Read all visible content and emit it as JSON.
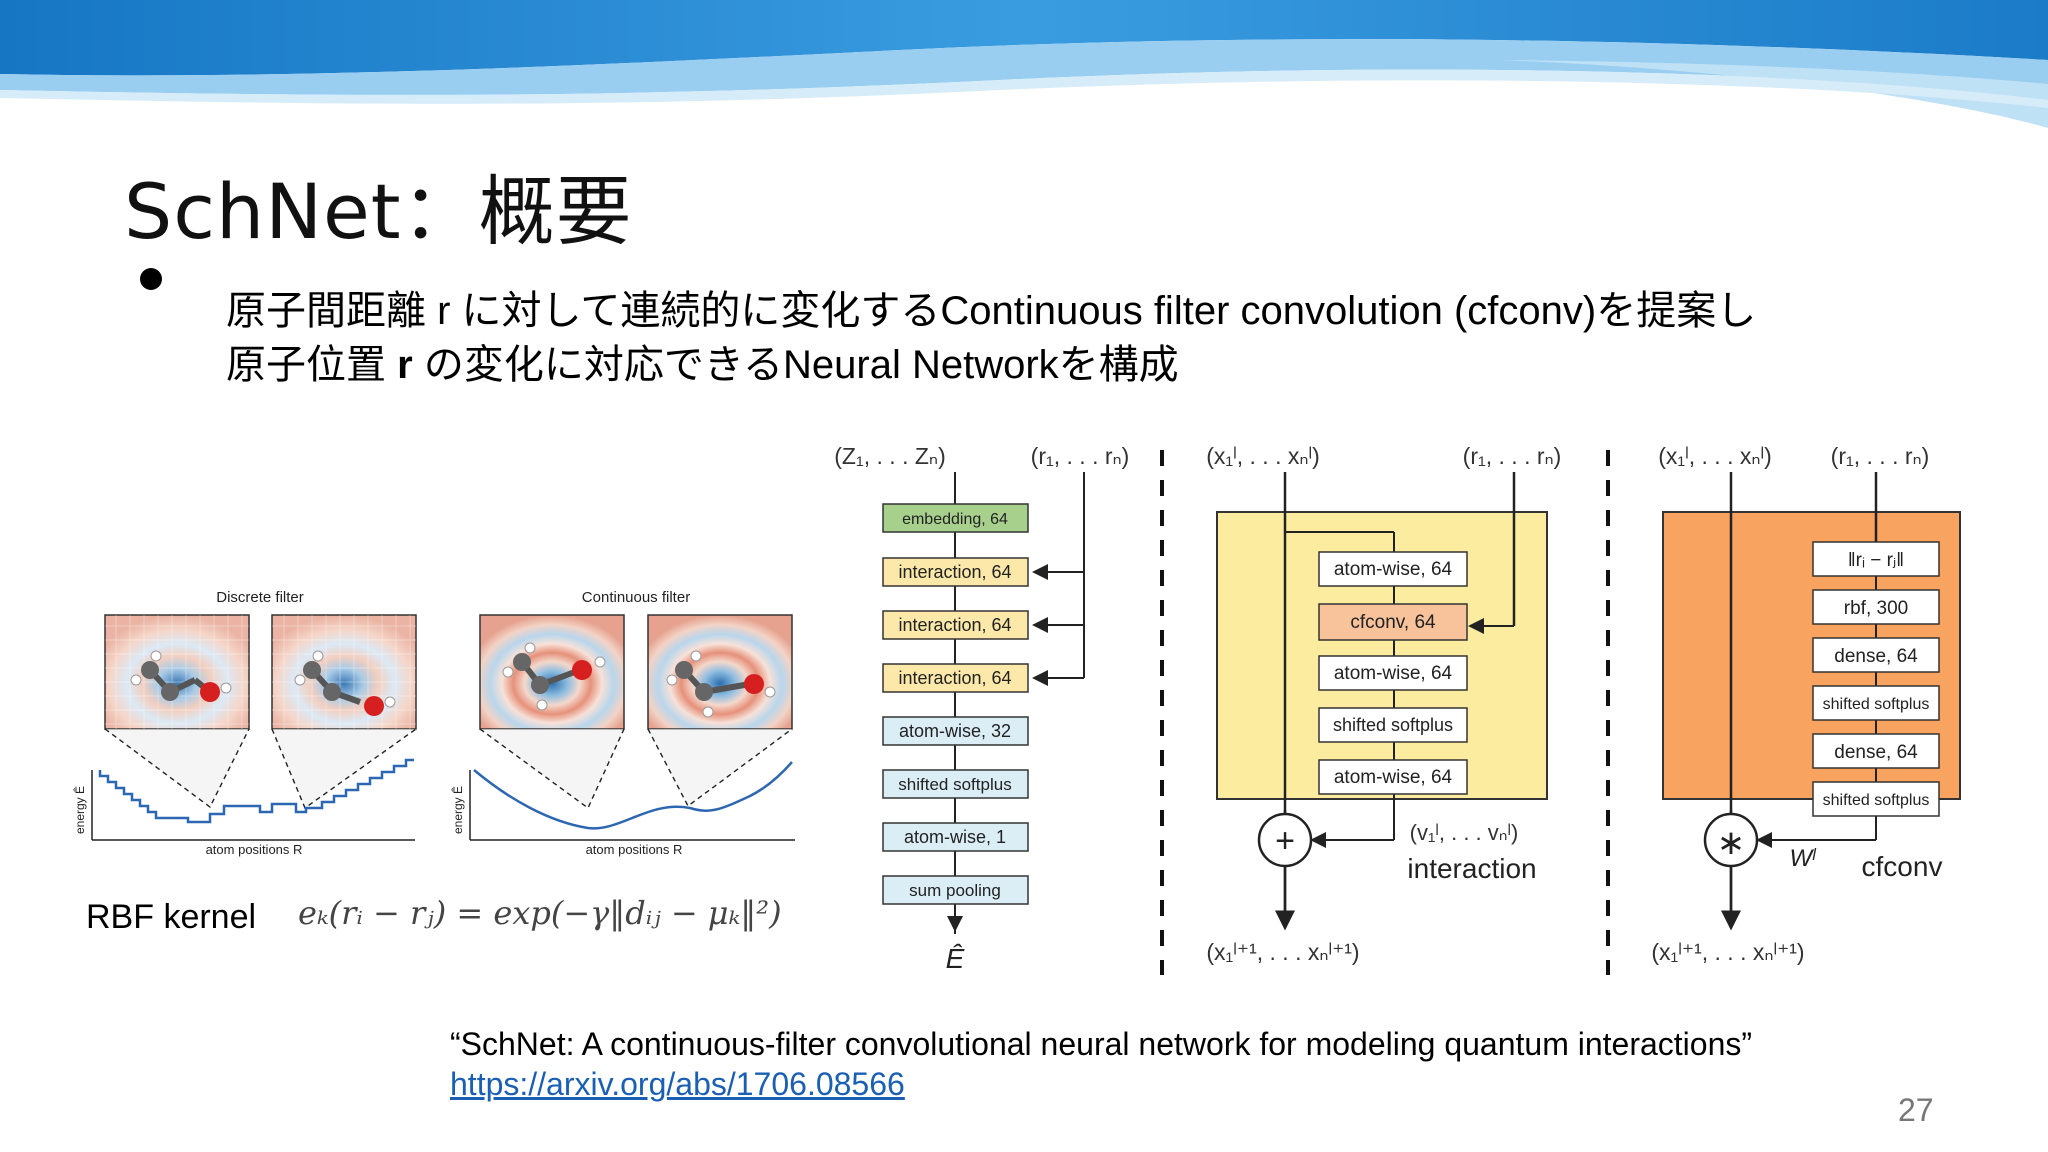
{
  "slide": {
    "title": "SchNet：概要",
    "bullet_line1": "原子間距離 r に対して連続的に変化するContinuous filter convolution (cfconv)を提案し",
    "bullet_line2_pre": "原子位置 ",
    "bullet_line2_bold": "r",
    "bullet_line2_post": " の変化に対応できるNeural Networkを構成",
    "rbf_label": "RBF kernel",
    "rbf_formula": "eₖ(rᵢ − rⱼ) = exp(−γ‖dᵢⱼ − μₖ‖²)",
    "citation": "“SchNet: A continuous-filter convolutional neural network for modeling quantum interactions”",
    "link": "https://arxiv.org/abs/1706.08566",
    "page_number": "27"
  },
  "filters": {
    "discrete_title": "Discrete filter",
    "continuous_title": "Continuous filter",
    "ylabel": "energy Ê",
    "xlabel": "atom positions R"
  },
  "network": {
    "input_z": "(Z₁, . . . Zₙ)",
    "input_r": "(r₁, . . . rₙ)",
    "layers": [
      "embedding, 64",
      "interaction, 64",
      "interaction, 64",
      "interaction, 64",
      "atom-wise, 32",
      "shifted softplus",
      "atom-wise, 1",
      "sum pooling"
    ],
    "output": "Ê"
  },
  "interaction": {
    "input_x": "(x₁ˡ, . . . xₙˡ)",
    "input_r": "(r₁, . . . rₙ)",
    "layers": [
      "atom-wise, 64",
      "cfconv, 64",
      "atom-wise, 64",
      "shifted softplus",
      "atom-wise, 64"
    ],
    "v_label": "(v₁ˡ, . . . vₙˡ)",
    "plus_symbol": "+",
    "block_label": "interaction",
    "output": "(x₁ˡ⁺¹, . . . xₙˡ⁺¹)"
  },
  "cfconv": {
    "input_x": "(x₁ˡ, . . . xₙˡ)",
    "input_r": "(r₁, . . . rₙ)",
    "layers": [
      "‖rᵢ − rⱼ‖",
      "rbf, 300",
      "dense, 64",
      "shifted softplus",
      "dense, 64",
      "shifted softplus"
    ],
    "w_label": "Wˡ",
    "star_symbol": "∗",
    "block_label": "cfconv",
    "output": "(x₁ˡ⁺¹, . . . xₙˡ⁺¹)"
  },
  "colors": {
    "embedding_fill": "#a8d08d",
    "interaction_fill": "#fce9a9",
    "default_fill": "#dbeef6",
    "interaction_block_fill": "#fcec9f",
    "cfconv_row_fill": "#f8c29a",
    "cfconv_block_fill": "#f9a361",
    "wave_dark": "#1b7bc8",
    "wave_light": "#8ec9ef"
  }
}
